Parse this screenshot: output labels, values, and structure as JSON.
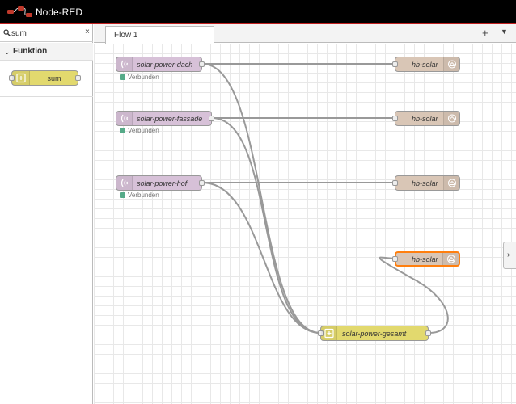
{
  "app": {
    "title": "Node-RED"
  },
  "palette": {
    "search": {
      "value": "sum",
      "clear": "×"
    },
    "category": {
      "label": "Funktion",
      "chevron": "⌄"
    },
    "nodes": [
      {
        "label": "sum"
      }
    ]
  },
  "tabs": {
    "items": [
      {
        "label": "Flow 1"
      }
    ],
    "add": "+",
    "menu": "▼"
  },
  "flow": {
    "inputs": [
      {
        "label": "solar-power-dach",
        "status": "Verbunden"
      },
      {
        "label": "solar-power-fassade",
        "status": "Verbunden"
      },
      {
        "label": "solar-power-hof",
        "status": "Verbunden"
      }
    ],
    "outputs": [
      {
        "label": "hb-solar",
        "selected": false
      },
      {
        "label": "hb-solar",
        "selected": false
      },
      {
        "label": "hb-solar",
        "selected": false
      },
      {
        "label": "hb-solar",
        "selected": true
      }
    ],
    "sum_node": {
      "label": "solar-power-gesamt"
    }
  },
  "colors": {
    "input_node": "#d7c1d8",
    "output_node": "#d9c6b6",
    "function_node": "#e2d96e",
    "selected_border": "#ff7f0e",
    "wire": "#999999",
    "status_connected": "#55aa88"
  },
  "sidebar": {
    "toggle": "›"
  }
}
